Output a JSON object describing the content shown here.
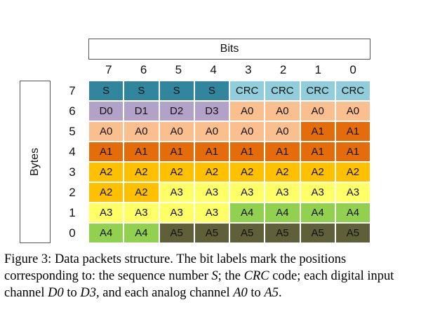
{
  "header_label": "Bits",
  "side_label": "Bytes",
  "bit_labels": [
    "7",
    "6",
    "5",
    "4",
    "3",
    "2",
    "1",
    "0"
  ],
  "byte_labels": [
    "7",
    "6",
    "5",
    "4",
    "3",
    "2",
    "1",
    "0"
  ],
  "rows": [
    {
      "byte": "7",
      "cells": [
        "S",
        "S",
        "S",
        "S",
        "CRC",
        "CRC",
        "CRC",
        "CRC"
      ]
    },
    {
      "byte": "6",
      "cells": [
        "D0",
        "D1",
        "D2",
        "D3",
        "A0",
        "A0",
        "A0",
        "A0"
      ]
    },
    {
      "byte": "5",
      "cells": [
        "A0",
        "A0",
        "A0",
        "A0",
        "A0",
        "A0",
        "A1",
        "A1"
      ]
    },
    {
      "byte": "4",
      "cells": [
        "A1",
        "A1",
        "A1",
        "A1",
        "A1",
        "A1",
        "A1",
        "A1"
      ]
    },
    {
      "byte": "3",
      "cells": [
        "A2",
        "A2",
        "A2",
        "A2",
        "A2",
        "A2",
        "A2",
        "A2"
      ]
    },
    {
      "byte": "2",
      "cells": [
        "A2",
        "A2",
        "A3",
        "A3",
        "A3",
        "A3",
        "A3",
        "A3"
      ]
    },
    {
      "byte": "1",
      "cells": [
        "A3",
        "A3",
        "A3",
        "A3",
        "A4",
        "A4",
        "A4",
        "A4"
      ]
    },
    {
      "byte": "0",
      "cells": [
        "A4",
        "A4",
        "A5",
        "A5",
        "A5",
        "A5",
        "A5",
        "A5"
      ]
    }
  ],
  "colors": {
    "S": "#31859c",
    "CRC": "#92cddc",
    "D0": "#b2a2c7",
    "D1": "#b2a2c7",
    "D2": "#b2a2c7",
    "D3": "#b2a2c7",
    "A0": "#fabf8f",
    "A1": "#e46c0a",
    "A2": "#ffc000",
    "A3": "#ffff66",
    "A4": "#92d050",
    "A5": "#5f5f39"
  },
  "caption": {
    "p1": "Figure 3: Data packets structure. The bit labels mark the positions corresponding to: the sequence number ",
    "s": "S",
    "p2": "; the ",
    "crc": "CRC",
    "p3": " code; each digital input channel ",
    "d0": "D0",
    "p4": " to ",
    "d3": "D3",
    "p5": ", and each analog channel ",
    "a0": "A0",
    "p6": " to ",
    "a5": "A5",
    "p7": "."
  }
}
